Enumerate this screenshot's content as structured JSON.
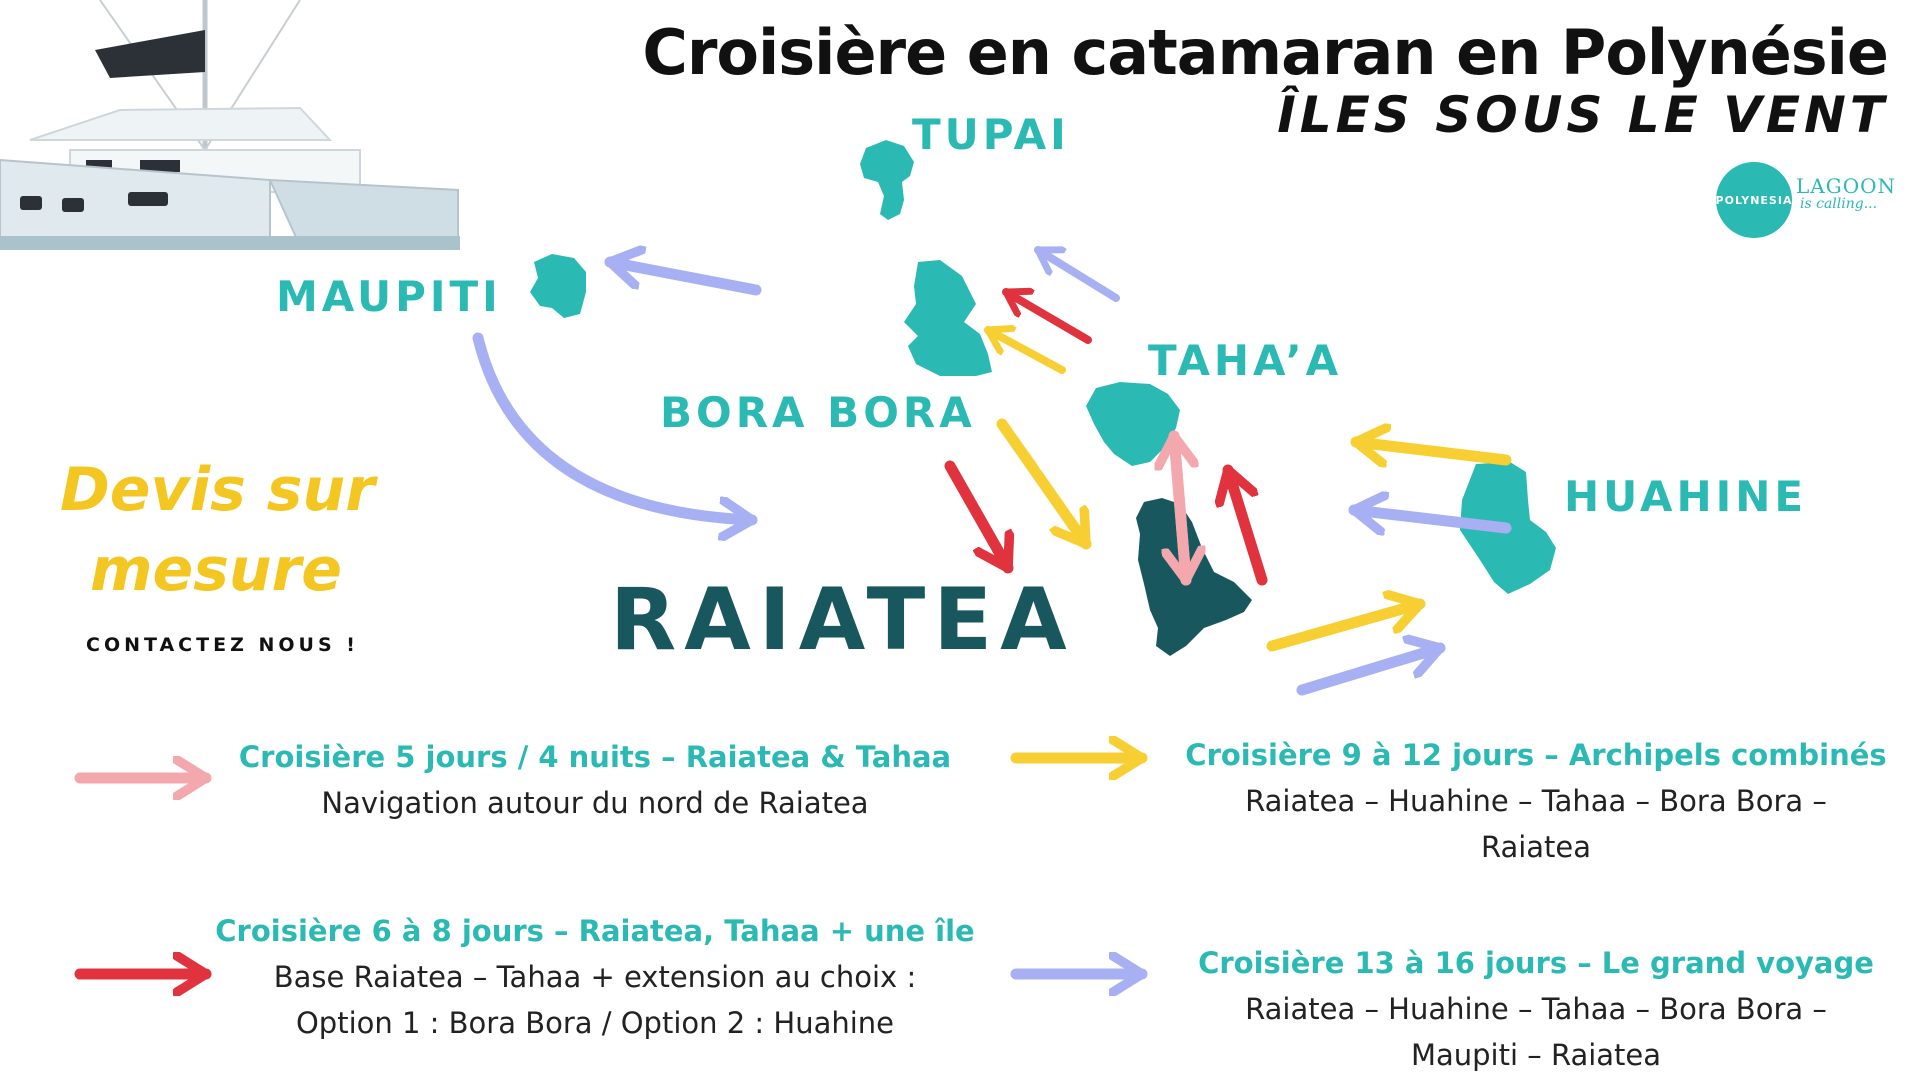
{
  "header": {
    "title": "Croisière en catamaran en Polynésie",
    "subtitle": "ÎLES SOUS LE VENT"
  },
  "logo": {
    "circle_text": "POLYNESIA",
    "name": "LAGOON",
    "tagline": "is calling..."
  },
  "islands": {
    "tupai": "TUPAI",
    "maupiti": "MAUPITI",
    "bora_bora": "BORA BORA",
    "tahaa": "TAHA’A",
    "huahine": "HUAHINE",
    "raiatea": "RAIATEA"
  },
  "quote": {
    "line1": "Devis sur",
    "line2": "mesure",
    "contact": "CONTACTEZ NOUS !"
  },
  "cruises": [
    {
      "title": "Croisière 5 jours / 4 nuits – Raiatea & Tahaa",
      "lines": [
        "Navigation autour du nord de Raiatea"
      ],
      "arrow_color": "#f2a8ad"
    },
    {
      "title": "Croisière 9 à 12 jours – Archipels combinés",
      "lines": [
        "Raiatea – Huahine – Tahaa – Bora Bora –",
        "Raiatea"
      ],
      "arrow_color": "#f7cf32"
    },
    {
      "title": "Croisière 6 à 8 jours – Raiatea, Tahaa + une île",
      "lines": [
        "Base Raiatea – Tahaa + extension au choix :",
        "Option 1 : Bora Bora / Option 2 : Huahine"
      ],
      "arrow_color": "#e0333e"
    },
    {
      "title": "Croisière 13 à 16 jours – Le grand voyage",
      "lines": [
        "Raiatea – Huahine – Tahaa – Bora Bora –",
        "Maupiti – Raiatea"
      ],
      "arrow_color": "#a6b0f2"
    }
  ],
  "colors": {
    "teal": "#2bb9b3",
    "dark_teal": "#19575f",
    "pink": "#f2a8ad",
    "red": "#e0333e",
    "yellow": "#f7cf32",
    "lavender": "#a6b0f2"
  }
}
